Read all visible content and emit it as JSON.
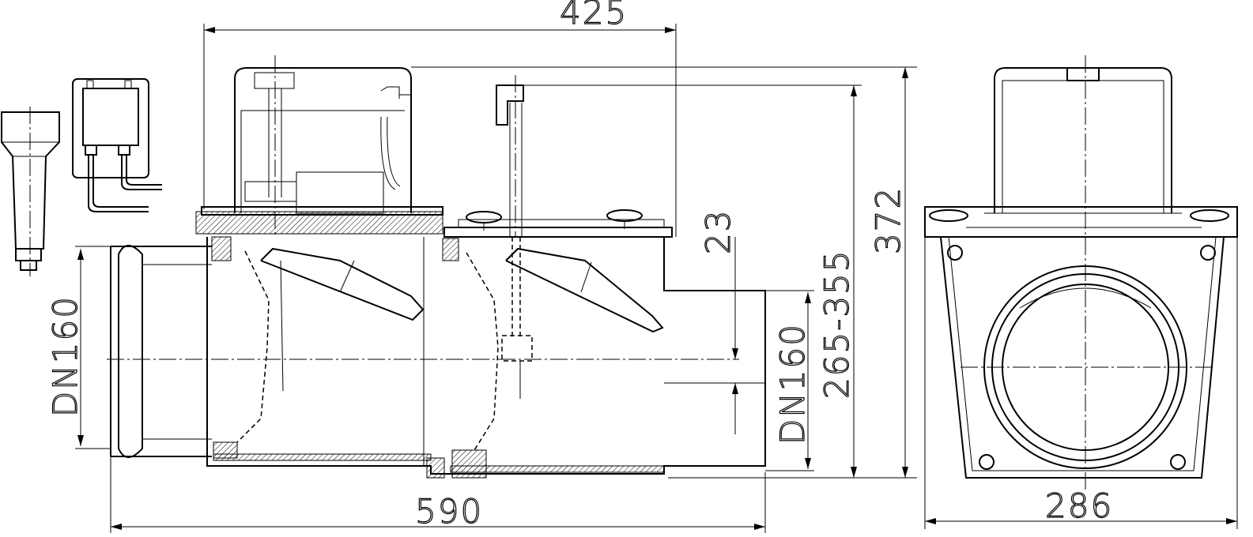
{
  "drawing": {
    "dimensions": {
      "overall_width_top": "425",
      "overall_length": "590",
      "side_width": "286",
      "overall_height": "372",
      "adjustable_height": "265-355",
      "offset": "23",
      "inlet_dn": "DN160",
      "outlet_dn": "DN160"
    },
    "line_color": "#000000",
    "background": "#ffffff"
  }
}
